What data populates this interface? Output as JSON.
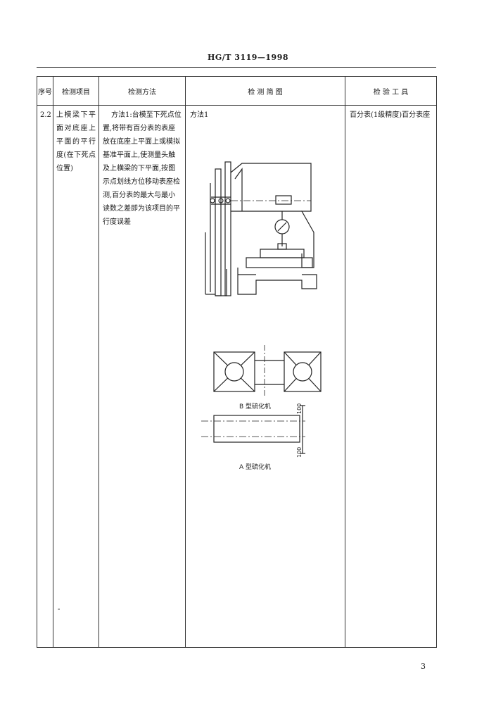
{
  "header": {
    "standard": "HG/T 3119—1998"
  },
  "table": {
    "columns": [
      "序号",
      "检测项目",
      "检测方法",
      "检 测 简 图",
      "检 验 工 具"
    ],
    "row": {
      "no": "2.2",
      "item": "上模梁下平面对底座上平面的平行度(在下死点位置)",
      "method": "方法1:台模至下死点位置,将带有百分表的表座放在底座上平面上或模拟基准平面上,使测量头触及上横梁的下平面,按图示点划线方位移动表座检测,百分表的最大与最小读数之差即为该项目的平行度误差",
      "diagram_label": "方法1",
      "tool": "百分表(1级精度)百分表座"
    }
  },
  "diagram": {
    "caption_b": "B 型硫化机",
    "caption_a": "A 型硫化机",
    "dim_top": "100",
    "dim_bottom": "100"
  },
  "footer": {
    "page_number": "3",
    "tail_mark": "-"
  }
}
